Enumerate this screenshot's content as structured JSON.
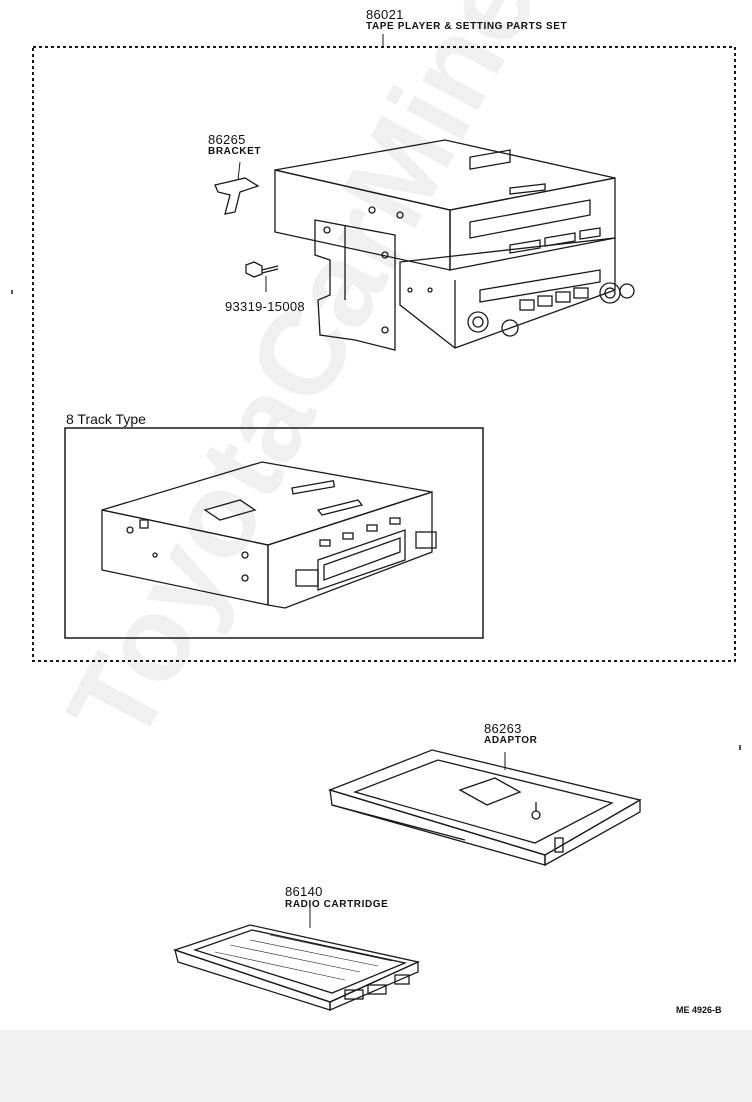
{
  "parts": {
    "set": {
      "number": "86021",
      "name": "TAPE PLAYER & SETTING PARTS SET"
    },
    "bracket": {
      "number": "86265",
      "name": "BRACKET"
    },
    "screw": {
      "number": "93319-15008"
    },
    "adaptor": {
      "number": "86263",
      "name": "ADAPTOR"
    },
    "radio_cartridge": {
      "number": "86140",
      "name": "RADIO CARTRIDGE"
    }
  },
  "inset": {
    "title": "8 Track Type"
  },
  "footer": {
    "code": "ME 4926-B"
  },
  "watermark": {
    "text": "ToyotaCarMine.ru"
  },
  "colors": {
    "line": "#1a1a1a",
    "background": "#ffffff",
    "footer_band": "#f2f2f2"
  }
}
